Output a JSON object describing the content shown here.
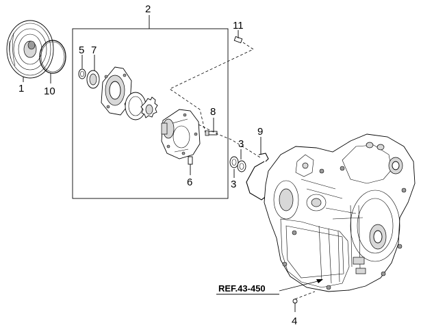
{
  "callouts": [
    {
      "id": "c1",
      "text": "1"
    },
    {
      "id": "c2",
      "text": "2"
    },
    {
      "id": "c3a",
      "text": "3"
    },
    {
      "id": "c3b",
      "text": "3"
    },
    {
      "id": "c4",
      "text": "4"
    },
    {
      "id": "c5",
      "text": "5"
    },
    {
      "id": "c6",
      "text": "6"
    },
    {
      "id": "c7",
      "text": "7"
    },
    {
      "id": "c8",
      "text": "8"
    },
    {
      "id": "c9",
      "text": "9"
    },
    {
      "id": "c10",
      "text": "10"
    },
    {
      "id": "c11",
      "text": "11"
    }
  ],
  "reference": {
    "text": "REF.43-450"
  }
}
